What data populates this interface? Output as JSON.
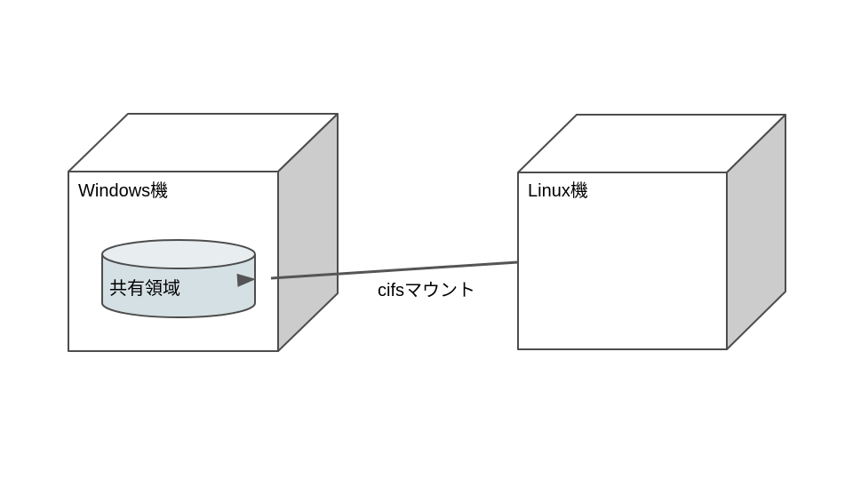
{
  "diagram": {
    "background": "#ffffff",
    "nodes": {
      "windows_box": {
        "label": "Windows機",
        "shape": "cube"
      },
      "shared_area": {
        "label": "共有領域",
        "shape": "cylinder",
        "parent": "Windows機"
      },
      "linux_box": {
        "label": "Linux機",
        "shape": "cube"
      }
    },
    "edge": {
      "label": "cifsマウント",
      "from": "Linux機",
      "to": "共有領域",
      "direction": "left"
    },
    "colors": {
      "box_front_fill": "#ffffff",
      "box_top_fill": "#ffffff",
      "box_side_fill": "#cccccc",
      "box_border": "#4d4d4d",
      "cylinder_fill": "#d5e0e4",
      "cylinder_top_fill": "#e8eef0",
      "cylinder_border": "#4d4d4d",
      "arrow_color": "#555555",
      "text_color": "#000000"
    }
  }
}
